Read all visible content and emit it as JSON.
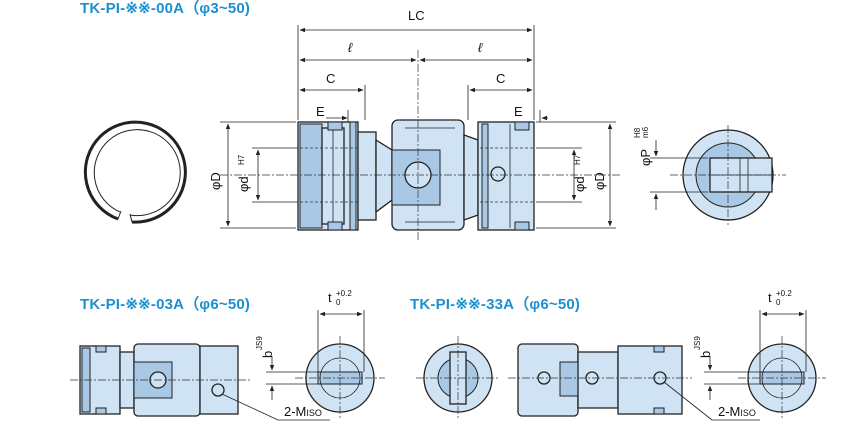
{
  "titles": {
    "main": "TK-PI-※※-00A（φ3~50)",
    "variant_03": "TK-PI-※※-03A（φ6~50)",
    "variant_33": "TK-PI-※※-33A（φ6~50)"
  },
  "dimensions": {
    "lc": "LC",
    "l": "ℓ",
    "c": "C",
    "e": "E",
    "phi_d_outer": "φD",
    "phi_d_bore": "φd",
    "bore_tol": "H7",
    "phi_p": "φP",
    "p_tol_upper": "H8",
    "p_tol_lower": "m6",
    "t": "t",
    "t_tol_upper": "+0.2",
    "t_tol_lower": "0",
    "b": "b",
    "b_tol": "JS9",
    "m_screw": "2-M",
    "m_suffix": "ISO"
  },
  "colors": {
    "title": "#1c8fd0",
    "part_fill": "#cfe3f5",
    "part_shade": "#a9c8e6",
    "line": "#222222"
  }
}
